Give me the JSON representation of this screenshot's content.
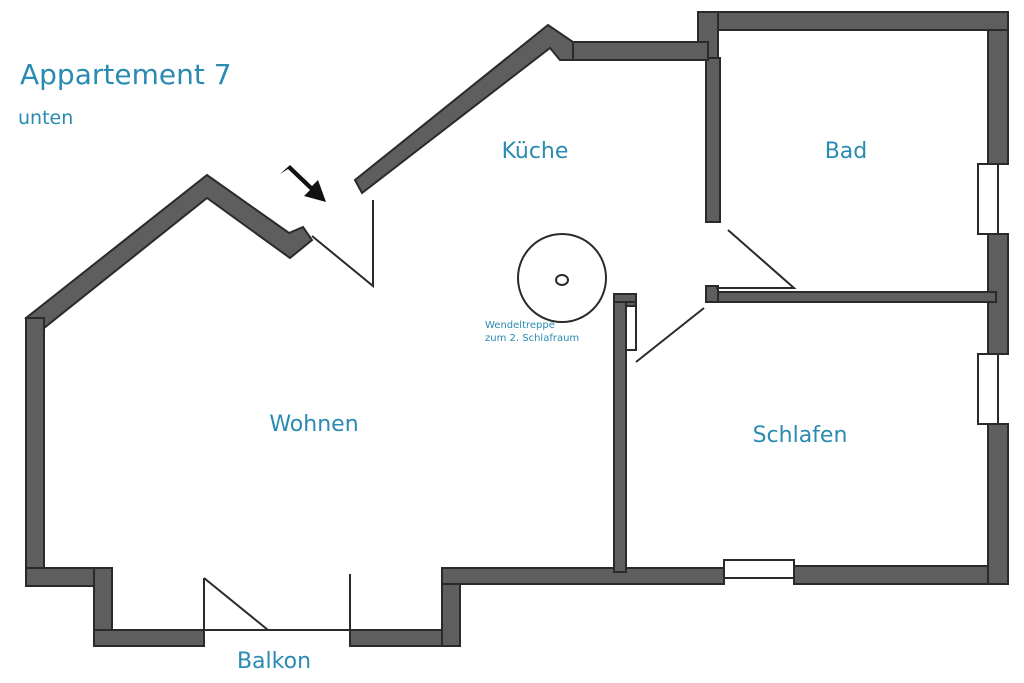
{
  "title": "Appartement 7",
  "subtitle": "unten",
  "rooms": {
    "kueche": "Küche",
    "bad": "Bad",
    "wohnen": "Wohnen",
    "schlafen": "Schlafen",
    "balkon": "Balkon"
  },
  "stair_note": [
    "Wendeltreppe",
    "zum 2. Schlafraum"
  ],
  "colors": {
    "label": "#2a8bb2",
    "wall_fill": "#5e5e5e",
    "wall_outline": "#2a2a2a"
  },
  "icons": {
    "entrance": "entrance-arrow-icon",
    "stair": "spiral-staircase-icon"
  }
}
